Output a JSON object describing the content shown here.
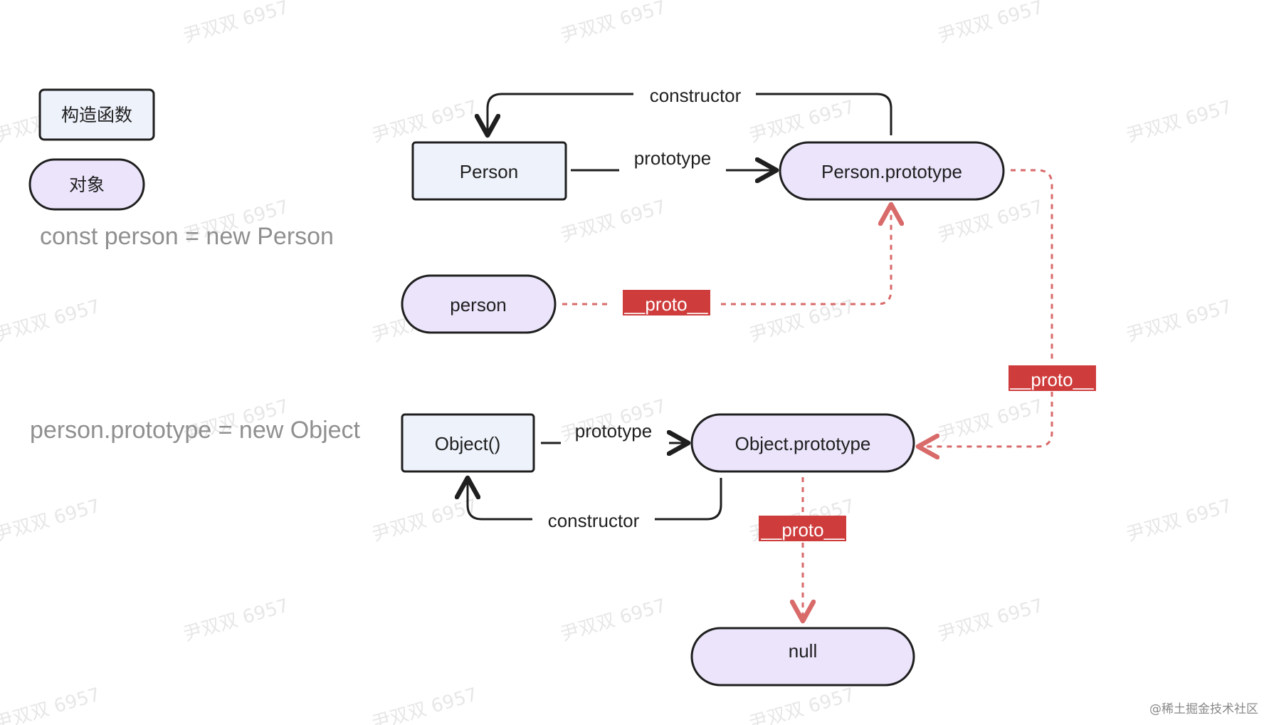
{
  "colors": {
    "constructor_fill": "#eef2fb",
    "object_fill": "#ebe4fb",
    "stroke": "#1f1f1f",
    "proto_red": "#cf3c3c",
    "proto_dash": "#d96a6a",
    "note_gray": "#8f8f8f"
  },
  "legend": {
    "constructor_label": "构造函数",
    "object_label": "对象"
  },
  "notes": {
    "line1": "const person = new Person",
    "line2": "person.prototype = new Object"
  },
  "nodes": {
    "person_fn": "Person",
    "person_proto": "Person.prototype",
    "person_obj": "person",
    "object_fn": "Object()",
    "object_proto": "Object.prototype",
    "null_node": "null"
  },
  "edges": {
    "constructor_top": "constructor",
    "prototype_top": "prototype",
    "proto_person": "__proto__",
    "proto_right": "__proto__",
    "prototype_bottom": "prototype",
    "constructor_bottom": "constructor",
    "proto_null": "__proto__"
  },
  "watermark": "尹双双 6957",
  "footer": "@稀土掘金技术社区"
}
